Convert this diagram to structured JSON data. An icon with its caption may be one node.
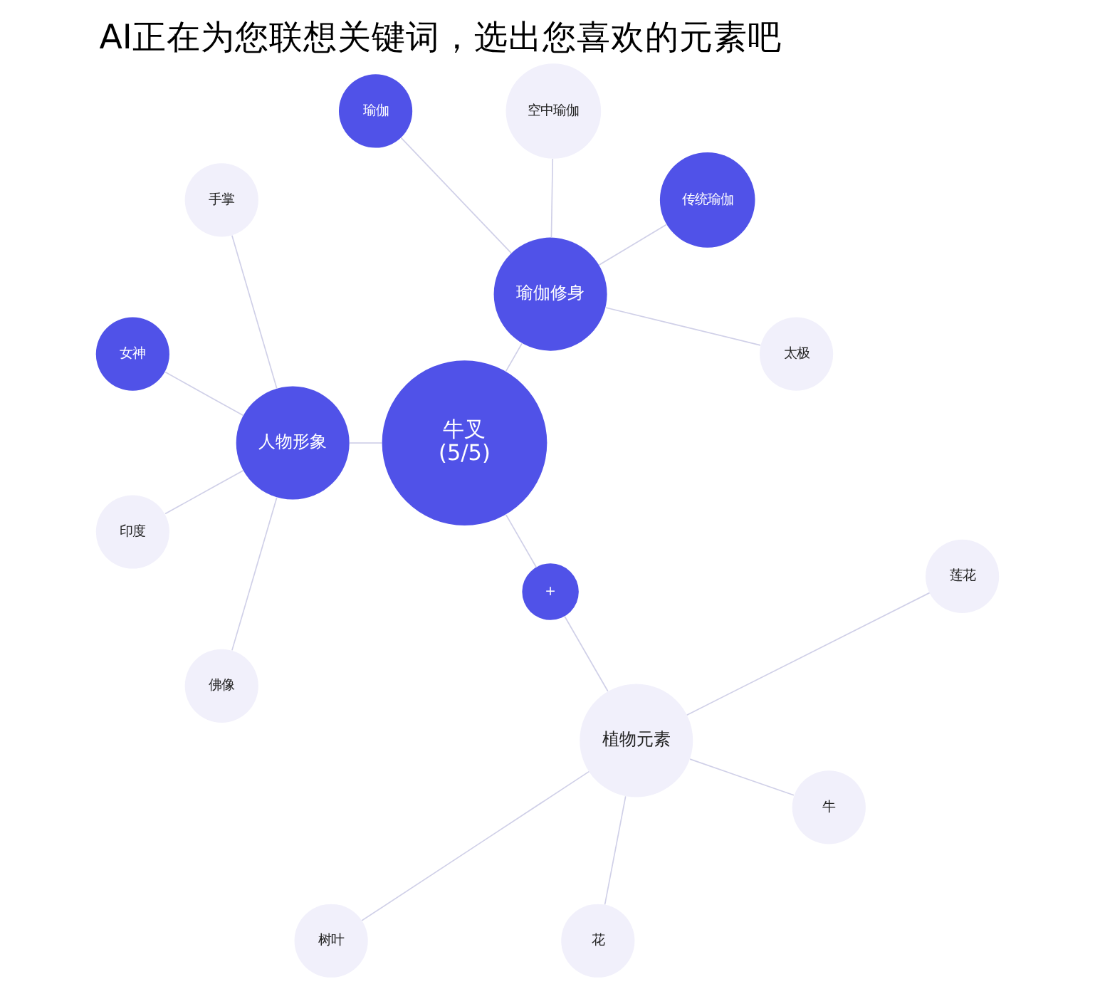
{
  "diagram": {
    "title": "AI正在为您联想关键词，选出您喜欢的元素吧",
    "nodes": [
      {
        "text": [
          "牛叉",
          "(5/5)"
        ]
      },
      {
        "text": [
          "瑜伽修身"
        ]
      },
      {
        "text": [
          "太极"
        ]
      },
      {
        "text": [
          "传统瑜伽"
        ]
      },
      {
        "text": [
          "空中瑜伽"
        ]
      },
      {
        "text": [
          "瑜伽"
        ]
      },
      {
        "text": [
          "人物形象"
        ]
      },
      {
        "text": [
          "手掌"
        ]
      },
      {
        "text": [
          "女神"
        ]
      },
      {
        "text": [
          "印度"
        ]
      },
      {
        "text": [
          "佛像"
        ]
      },
      {
        "text": [
          "+"
        ]
      },
      {
        "text": [
          "植物元素"
        ]
      },
      {
        "text": [
          "树叶"
        ]
      },
      {
        "text": [
          "花"
        ]
      },
      {
        "text": [
          "牛"
        ]
      },
      {
        "text": [
          "莲花"
        ]
      }
    ],
    "edges": [
      {
        "from": 0,
        "to": 1,
        "arrow": "none"
      },
      {
        "from": 0,
        "to": 6,
        "arrow": "none"
      },
      {
        "from": 0,
        "to": 11,
        "arrow": "none"
      },
      {
        "from": 11,
        "to": 12,
        "arrow": "none"
      },
      {
        "from": 1,
        "to": 2,
        "arrow": "none"
      },
      {
        "from": 1,
        "to": 3,
        "arrow": "none"
      },
      {
        "from": 1,
        "to": 4,
        "arrow": "none"
      },
      {
        "from": 1,
        "to": 5,
        "arrow": "none"
      },
      {
        "from": 6,
        "to": 7,
        "arrow": "none"
      },
      {
        "from": 6,
        "to": 8,
        "arrow": "none"
      },
      {
        "from": 6,
        "to": 9,
        "arrow": "none"
      },
      {
        "from": 6,
        "to": 10,
        "arrow": "none"
      },
      {
        "from": 12,
        "to": 13,
        "arrow": "none"
      },
      {
        "from": 12,
        "to": 14,
        "arrow": "none"
      },
      {
        "from": 12,
        "to": 15,
        "arrow": "none"
      },
      {
        "from": 12,
        "to": 16,
        "arrow": "none"
      }
    ]
  }
}
